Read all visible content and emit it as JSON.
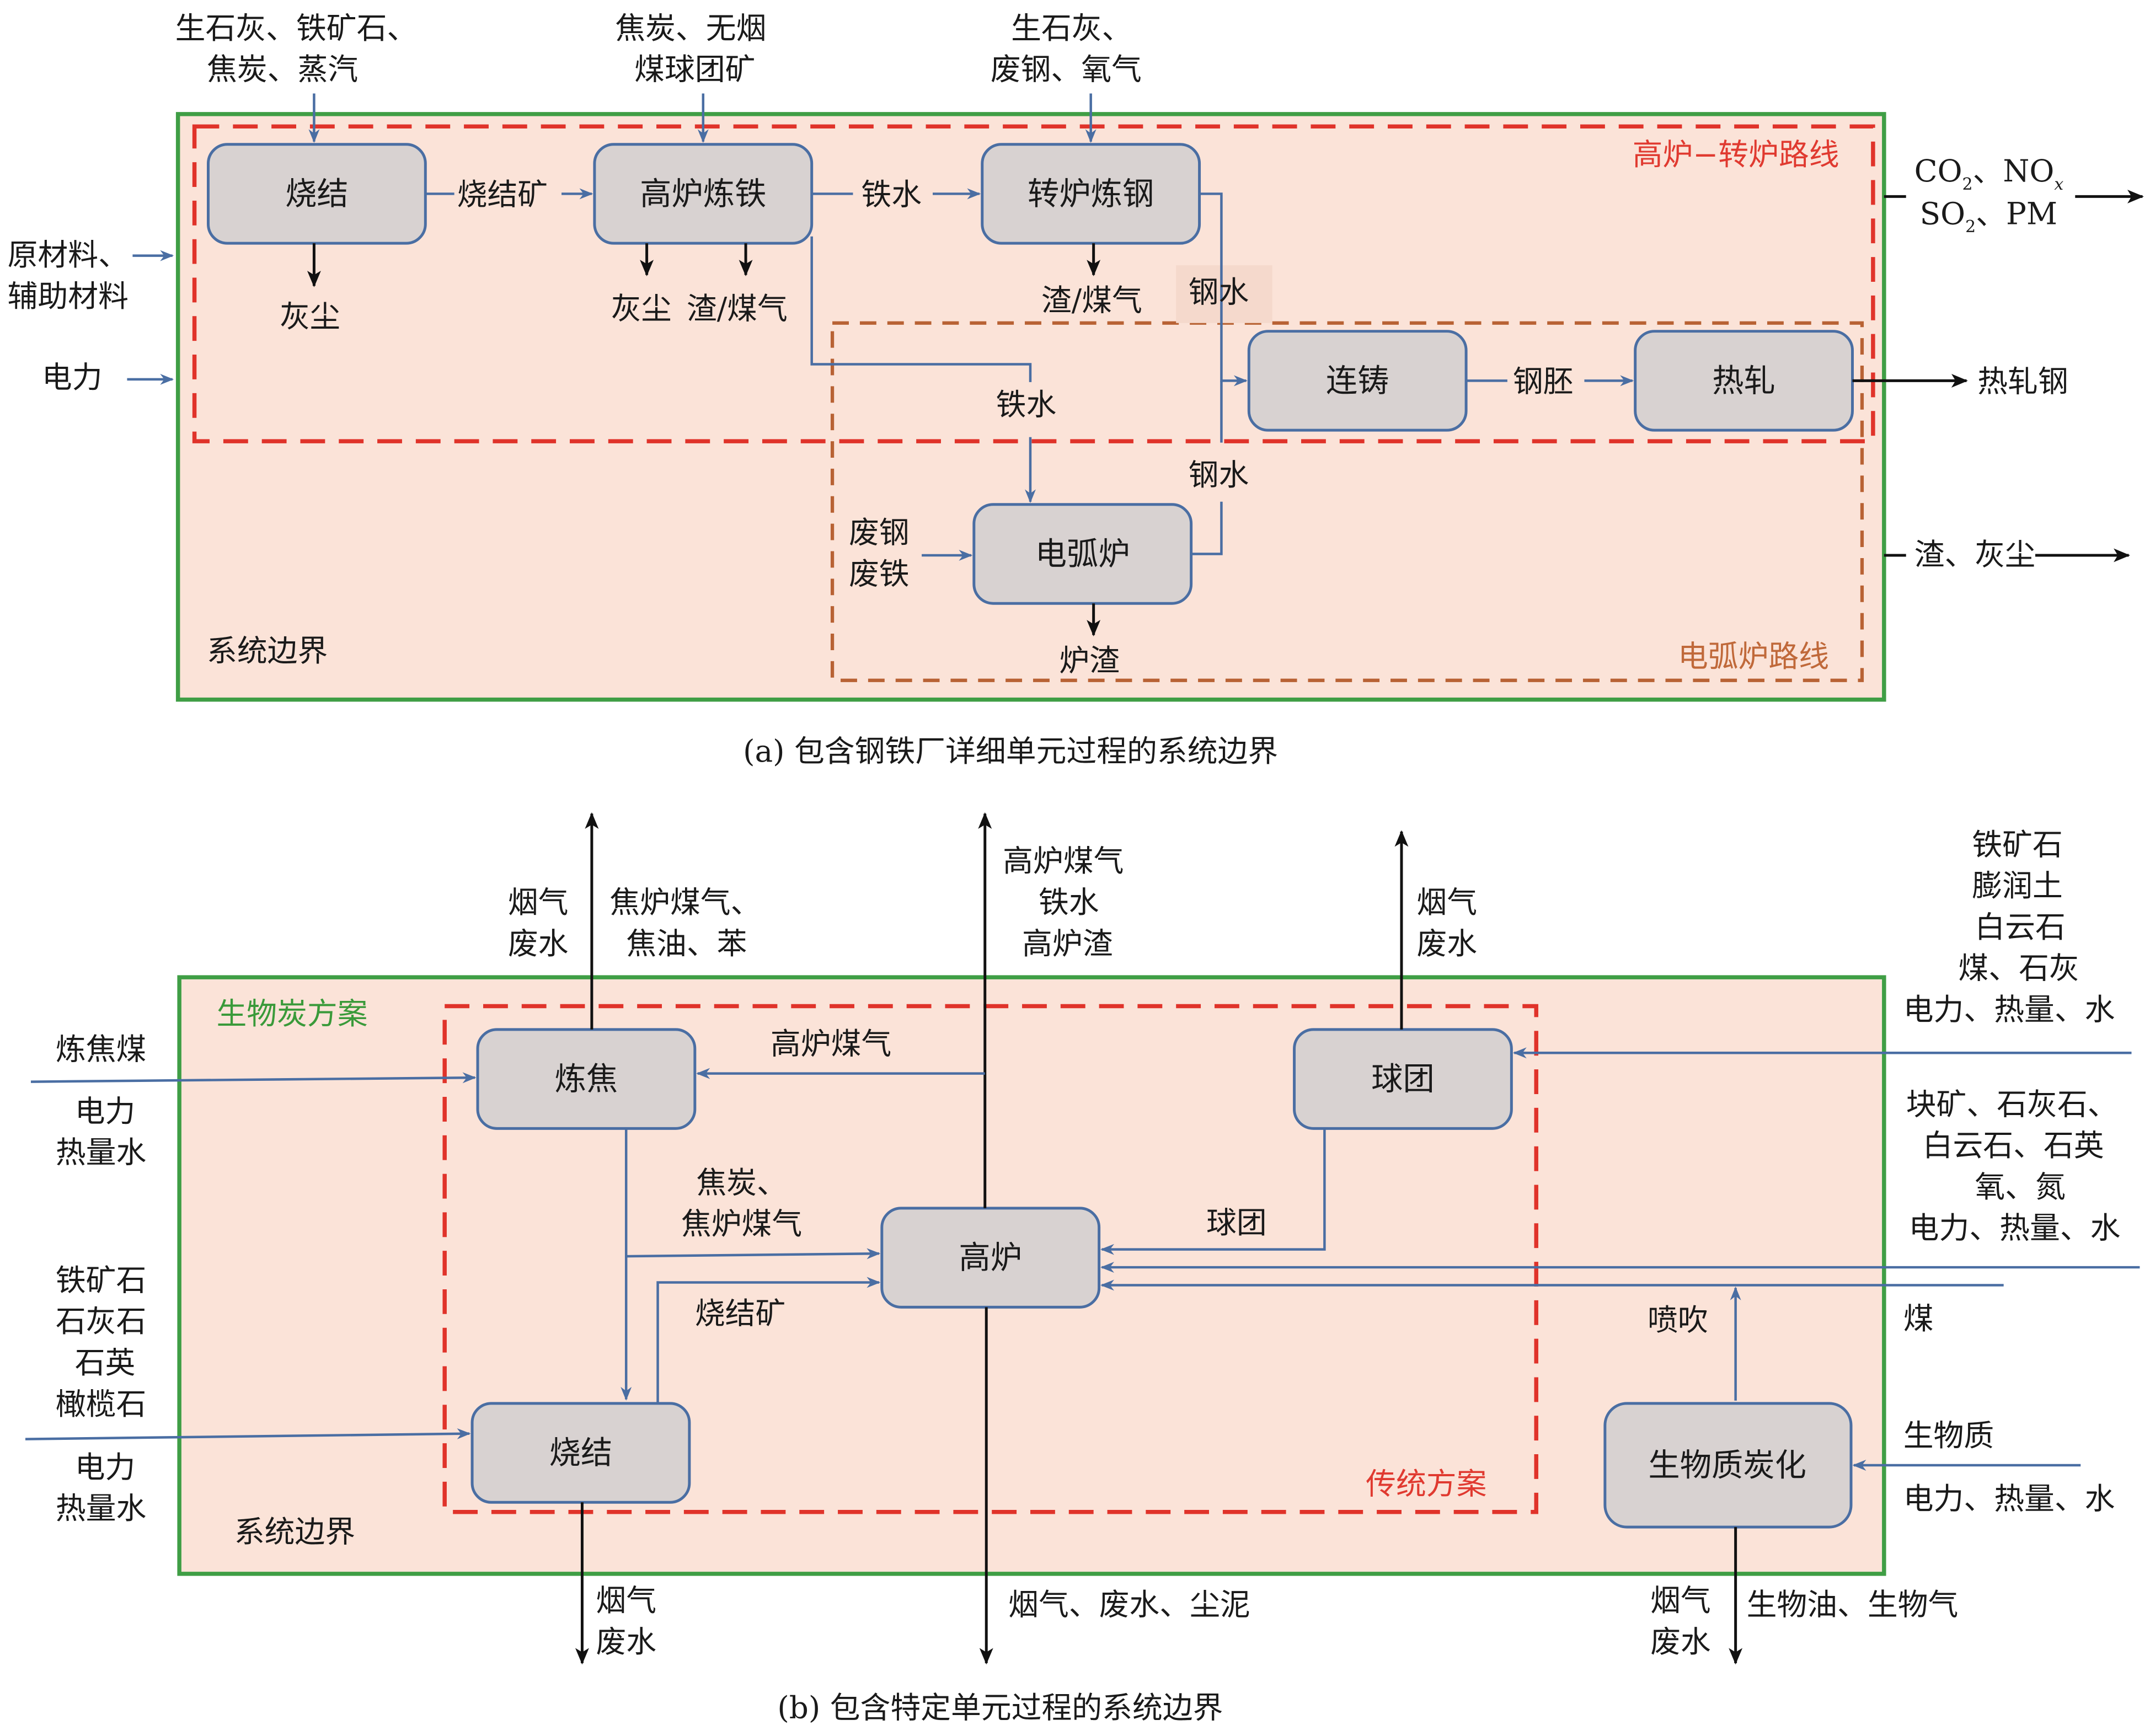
{
  "panel_a": {
    "caption": "(a) 包含钢铁厂详细单元过程的系统边界",
    "boundary_label": "系统边界",
    "route_bf_bof": "高炉−转炉路线",
    "route_eaf": "电弧炉路线",
    "nodes": {
      "sinter": "烧结",
      "blast_furnace": "高炉炼铁",
      "converter": "转炉炼钢",
      "continuous_casting": "连铸",
      "hot_rolling": "热轧",
      "eaf": "电弧炉"
    },
    "inputs": {
      "sinter_top": [
        "生石灰、铁矿石、",
        "焦炭、蒸汽"
      ],
      "bf_top": [
        "焦炭、无烟",
        "煤球团矿"
      ],
      "bof_top": [
        "生石灰、",
        "废钢、氧气"
      ],
      "raw_materials": [
        "原材料、",
        "辅助材料"
      ],
      "electricity": "电力",
      "scrap": [
        "废钢",
        "废铁"
      ]
    },
    "flows": {
      "sinter_ore": "烧结矿",
      "hot_metal_1": "铁水",
      "hot_metal_2": "铁水",
      "molten_steel_1": "钢水",
      "molten_steel_2": "钢水",
      "billet": "钢胚",
      "dust_1": "灰尘",
      "dust_2": "灰尘",
      "slag_gas_1": "渣/煤气",
      "slag_gas_2": "渣/煤气",
      "furnace_slag": "炉渣"
    },
    "outputs": {
      "emissions_line1_a": "CO",
      "emissions_line1_sub": "2",
      "emissions_line1_b": "、NO",
      "emissions_line1_sub2": "x",
      "emissions_line2_a": "SO",
      "emissions_line2_sub": "2",
      "emissions_line2_b": "、PM",
      "hot_rolled_steel": "热轧钢",
      "slag_dust": "渣、灰尘"
    }
  },
  "panel_b": {
    "caption": "(b) 包含特定单元过程的系统边界",
    "boundary_label": "系统边界",
    "biochar_scheme": "生物炭方案",
    "traditional_scheme": "传统方案",
    "nodes": {
      "coking": "炼焦",
      "sinter": "烧结",
      "blast_furnace": "高炉",
      "pellet": "球团",
      "carbonization": "生物质炭化"
    },
    "inputs": {
      "coking_coal": "炼焦煤",
      "coking_utilities": [
        "电力",
        "热量水"
      ],
      "sinter_materials": [
        "铁矿石",
        "石灰石",
        "石英",
        "橄榄石"
      ],
      "sinter_utilities": [
        "电力",
        "热量水"
      ],
      "pellet_materials": [
        "铁矿石",
        "膨润土",
        "白云石",
        "煤、石灰",
        "电力、热量、水"
      ],
      "bf_materials": [
        "块矿、石灰石、",
        "白云石、石英",
        "氧、氮",
        "电力、热量、水"
      ],
      "coal": "煤",
      "biomass": "生物质",
      "biomass_utilities": "电力、热量、水"
    },
    "flows": {
      "bf_gas": "高炉煤气",
      "coke_gas": [
        "焦炭、",
        "焦炉煤气"
      ],
      "sinter_ore": "烧结矿",
      "pellet": "球团",
      "injection": "喷吹"
    },
    "outputs": {
      "coking_flue": [
        "烟气",
        "废水"
      ],
      "coking_products": [
        "焦炉煤气、",
        "焦油、苯"
      ],
      "bf_products": [
        "高炉煤气",
        "铁水",
        "高炉渣"
      ],
      "pellet_flue": [
        "烟气",
        "废水"
      ],
      "sinter_flue": [
        "烟气",
        "废水"
      ],
      "bf_bottom": "烟气、废水、尘泥",
      "carbonization_flue": [
        "烟气",
        "废水"
      ],
      "carbonization_products": "生物油、生物气"
    }
  },
  "colors": {
    "boundary_fill": "#fbe3d8",
    "boundary_stroke": "#3f9e45",
    "route_red": "#e0332a",
    "route_brown": "#b86234",
    "node_fill": "#d8d2d1",
    "node_stroke": "#4a6ea3",
    "flow_blue": "#4a6ea3"
  }
}
